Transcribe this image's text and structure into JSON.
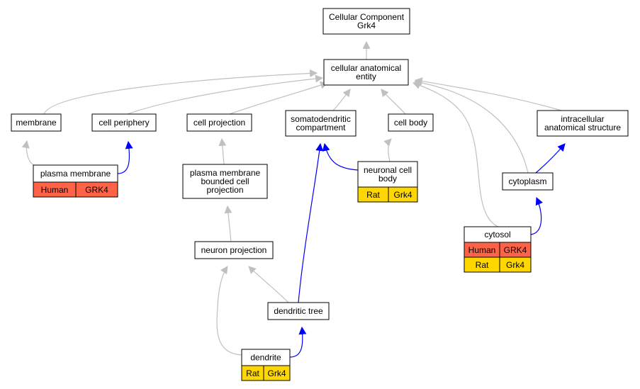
{
  "colors": {
    "is_a_edge": "#c0c0c0",
    "part_of_edge": "#0000ff",
    "human": "#ff6347",
    "rat": "#ffd700",
    "node_border": "#000000",
    "node_fill": "#ffffff"
  },
  "nodes": [
    {
      "id": "root",
      "lines": [
        "Cellular Component",
        "Grk4"
      ]
    },
    {
      "id": "cae",
      "lines": [
        "cellular anatomical",
        "entity"
      ]
    },
    {
      "id": "membrane",
      "lines": [
        "membrane"
      ]
    },
    {
      "id": "cellperiph",
      "lines": [
        "cell periphery"
      ]
    },
    {
      "id": "cellproj",
      "lines": [
        "cell projection"
      ]
    },
    {
      "id": "somato",
      "lines": [
        "somatodendritic",
        "compartment"
      ]
    },
    {
      "id": "cellbody",
      "lines": [
        "cell body"
      ]
    },
    {
      "id": "ias",
      "lines": [
        "intracellular",
        "anatomical structure"
      ]
    },
    {
      "id": "pm",
      "lines": [
        "plasma membrane"
      ],
      "annotations": [
        [
          "Human",
          "GRK4"
        ]
      ]
    },
    {
      "id": "pmbcp",
      "lines": [
        "plasma membrane",
        "bounded cell",
        "projection"
      ]
    },
    {
      "id": "ncb",
      "lines": [
        "neuronal cell",
        "body"
      ],
      "annotations": [
        [
          "Rat",
          "Grk4"
        ]
      ]
    },
    {
      "id": "cytoplasm",
      "lines": [
        "cytoplasm"
      ]
    },
    {
      "id": "cytosol",
      "lines": [
        "cytosol"
      ],
      "annotations": [
        [
          "Human",
          "GRK4"
        ],
        [
          "Rat",
          "Grk4"
        ]
      ]
    },
    {
      "id": "neuronproj",
      "lines": [
        "neuron projection"
      ]
    },
    {
      "id": "dtree",
      "lines": [
        "dendritic tree"
      ]
    },
    {
      "id": "dendrite",
      "lines": [
        "dendrite"
      ],
      "annotations": [
        [
          "Rat",
          "Grk4"
        ]
      ]
    }
  ],
  "edges": [
    {
      "from": "cae",
      "to": "root",
      "type": "is_a"
    },
    {
      "from": "membrane",
      "to": "cae",
      "type": "is_a"
    },
    {
      "from": "cellperiph",
      "to": "cae",
      "type": "is_a"
    },
    {
      "from": "cellproj",
      "to": "cae",
      "type": "is_a"
    },
    {
      "from": "somato",
      "to": "cae",
      "type": "is_a"
    },
    {
      "from": "cellbody",
      "to": "cae",
      "type": "is_a"
    },
    {
      "from": "ias",
      "to": "cae",
      "type": "is_a"
    },
    {
      "from": "cytoplasm",
      "to": "cae",
      "type": "is_a"
    },
    {
      "from": "cytosol",
      "to": "cae",
      "type": "is_a"
    },
    {
      "from": "pm",
      "to": "membrane",
      "type": "is_a"
    },
    {
      "from": "pm",
      "to": "cellperiph",
      "type": "part_of"
    },
    {
      "from": "pmbcp",
      "to": "cellproj",
      "type": "is_a"
    },
    {
      "from": "ncb",
      "to": "somato",
      "type": "part_of"
    },
    {
      "from": "ncb",
      "to": "cellbody",
      "type": "is_a"
    },
    {
      "from": "cytoplasm",
      "to": "ias",
      "type": "part_of"
    },
    {
      "from": "cytosol",
      "to": "cytoplasm",
      "type": "part_of"
    },
    {
      "from": "neuronproj",
      "to": "pmbcp",
      "type": "is_a"
    },
    {
      "from": "dtree",
      "to": "neuronproj",
      "type": "is_a"
    },
    {
      "from": "dtree",
      "to": "somato",
      "type": "part_of"
    },
    {
      "from": "dendrite",
      "to": "neuronproj",
      "type": "is_a"
    },
    {
      "from": "dendrite",
      "to": "dtree",
      "type": "part_of"
    }
  ]
}
